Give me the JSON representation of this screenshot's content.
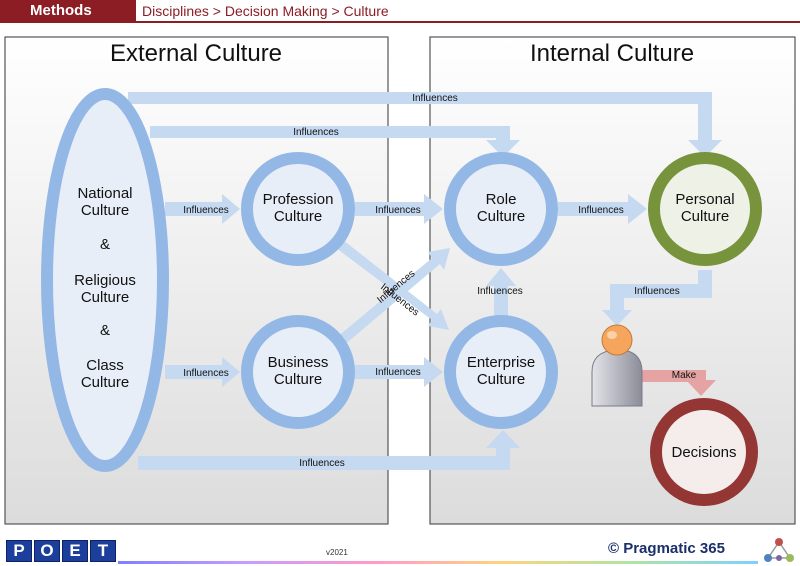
{
  "header": {
    "section": "Methods",
    "breadcrumb": "Disciplines > Decision Making > Culture"
  },
  "diagram": {
    "external_title": "External Culture",
    "internal_title": "Internal Culture",
    "ellipse_lines": [
      "National",
      "Culture",
      "&",
      "Religious",
      "Culture",
      "&",
      "Class",
      "Culture"
    ],
    "profession": [
      "Profession",
      "Culture"
    ],
    "business": [
      "Business",
      "Culture"
    ],
    "role": [
      "Role",
      "Culture"
    ],
    "enterprise": [
      "Enterprise",
      "Culture"
    ],
    "personal": [
      "Personal",
      "Culture"
    ],
    "decisions": "Decisions",
    "influences": "Influences",
    "make": "Make",
    "colors": {
      "blue": "#94b8e6",
      "arrow": "#c5d9f1",
      "green": "#77933c",
      "red": "#943634",
      "person": "#f5a65c"
    }
  },
  "footer": {
    "version": "v2021",
    "logo_letters": [
      "P",
      "O",
      "E",
      "T"
    ],
    "brand": "© Pragmatic 365"
  }
}
